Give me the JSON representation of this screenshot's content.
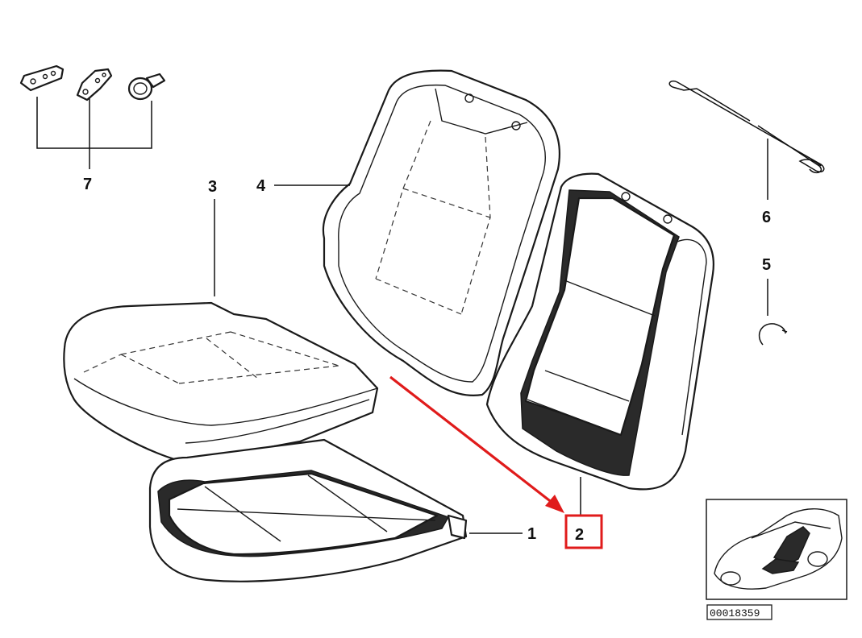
{
  "callouts": {
    "c1": "1",
    "c2": "2",
    "c3": "3",
    "c4": "4",
    "c5": "5",
    "c6": "6",
    "c7": "7"
  },
  "reference_code": "00018359",
  "highlight_color": "#e01b1b",
  "icons": [
    "seat-cushion-foam",
    "seat-cushion-cover",
    "backrest-cover",
    "backrest-frame",
    "clip",
    "wire",
    "bracket",
    "bolt",
    "car-locator-thumbnail"
  ]
}
